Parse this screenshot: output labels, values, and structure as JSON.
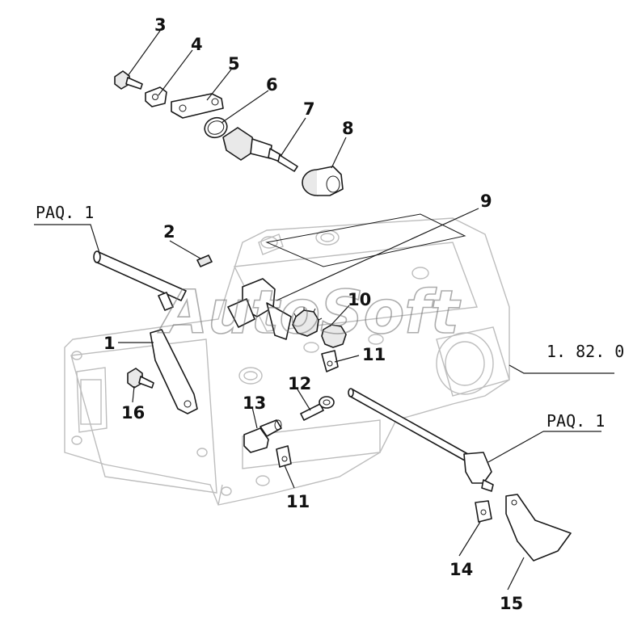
{
  "diagram": {
    "watermark": "AutoSoft",
    "callouts": [
      "1",
      "2",
      "3",
      "4",
      "5",
      "6",
      "7",
      "8",
      "9",
      "10",
      "11",
      "11",
      "12",
      "13",
      "14",
      "15",
      "16"
    ],
    "references": {
      "paq_top_left": "PAQ. 1",
      "paq_right": "PAQ. 1",
      "section_ref": "1. 82. 0"
    }
  }
}
